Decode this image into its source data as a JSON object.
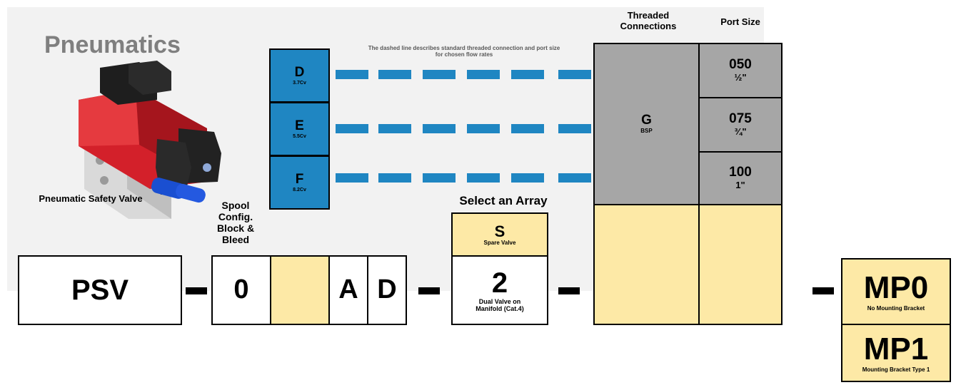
{
  "title": "Pneumatics",
  "product_caption": "Pneumatic Safety Valve",
  "spool_heading": "Spool Config. Block & Bleed",
  "array_heading": "Select an Array",
  "dashed_note": "The dashed line describes standard threaded connection and port size for chosen flow rates",
  "threaded_heading": "Threaded Connections",
  "port_size_heading": "Port Size",
  "code": {
    "prefix": "PSV",
    "spool": "0",
    "letters": [
      "A",
      "D"
    ]
  },
  "flow_rates": [
    {
      "code": "D",
      "cv": "3.7Cv"
    },
    {
      "code": "E",
      "cv": "5.5Cv"
    },
    {
      "code": "F",
      "cv": "8.2Cv"
    }
  ],
  "arrays": [
    {
      "code": "S",
      "desc": "Spare Valve"
    },
    {
      "code": "2",
      "desc": "Dual Valve on Manifold (Cat.4)"
    }
  ],
  "threaded": {
    "code": "G",
    "desc": "BSP"
  },
  "port_sizes": [
    {
      "code": "050",
      "size": "½\""
    },
    {
      "code": "075",
      "size": "¾\""
    },
    {
      "code": "100",
      "size": "1\""
    }
  ],
  "mounting": [
    {
      "code": "MP0",
      "desc": "No Mounting Bracket"
    },
    {
      "code": "MP1",
      "desc": "Mounting Bracket Type 1"
    }
  ],
  "colors": {
    "blue": "#1f86c2",
    "yellow": "#fde9a6",
    "gray": "#a6a6a6",
    "panel": "#f2f2f2",
    "valve_red": "#d3202a"
  }
}
